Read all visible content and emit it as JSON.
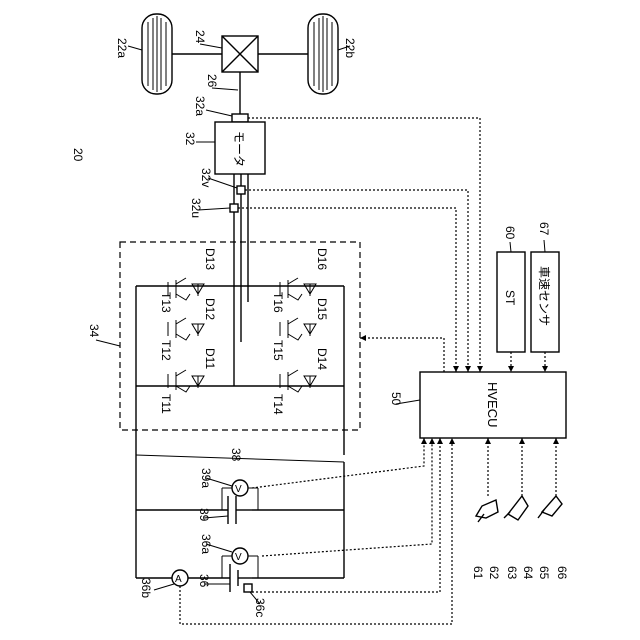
{
  "labels": {
    "system": "20",
    "wheel_left": "22a",
    "wheel_right": "22b",
    "diff": "24",
    "shaft": "26",
    "motor_ref": "32",
    "motor_sensor": "32a",
    "motor_v": "32v",
    "motor_u": "32u",
    "motor_text": "モータ",
    "inverter": "34",
    "t11": "T11",
    "t12": "T12",
    "t13": "T13",
    "t14": "T14",
    "t15": "T15",
    "t16": "T16",
    "d11": "D11",
    "d12": "D12",
    "d13": "D13",
    "d14": "D14",
    "d15": "D15",
    "d16": "D16",
    "line": "38",
    "cap": "39",
    "cap_sensor": "39a",
    "battery": "36",
    "battery_v": "36a",
    "battery_a": "36b",
    "battery_t": "36c",
    "ecu_ref": "50",
    "ecu_text": "HVECU",
    "st_ref": "60",
    "st_text": "ST",
    "speed_ref": "67",
    "speed_text": "車速センサ",
    "s61": "61",
    "s62": "62",
    "s63": "63",
    "s64": "64",
    "s65": "65",
    "s66": "66",
    "v_symbol": "V",
    "a_symbol": "A"
  }
}
